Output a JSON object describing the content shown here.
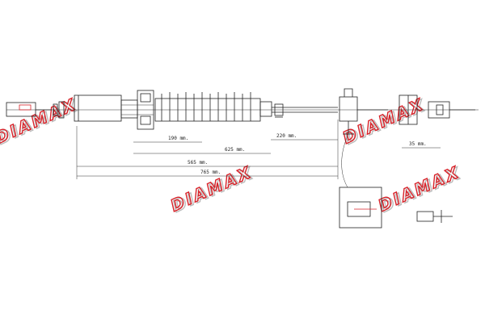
{
  "watermark": {
    "text": "DIAMAX",
    "color": "#d8232a"
  },
  "dimensions": {
    "d190": "190 mm.",
    "d220": "220 mm.",
    "d625": "625 mm.",
    "d565": "565 mm.",
    "d765": "765 mm.",
    "d35": "35 mm."
  }
}
